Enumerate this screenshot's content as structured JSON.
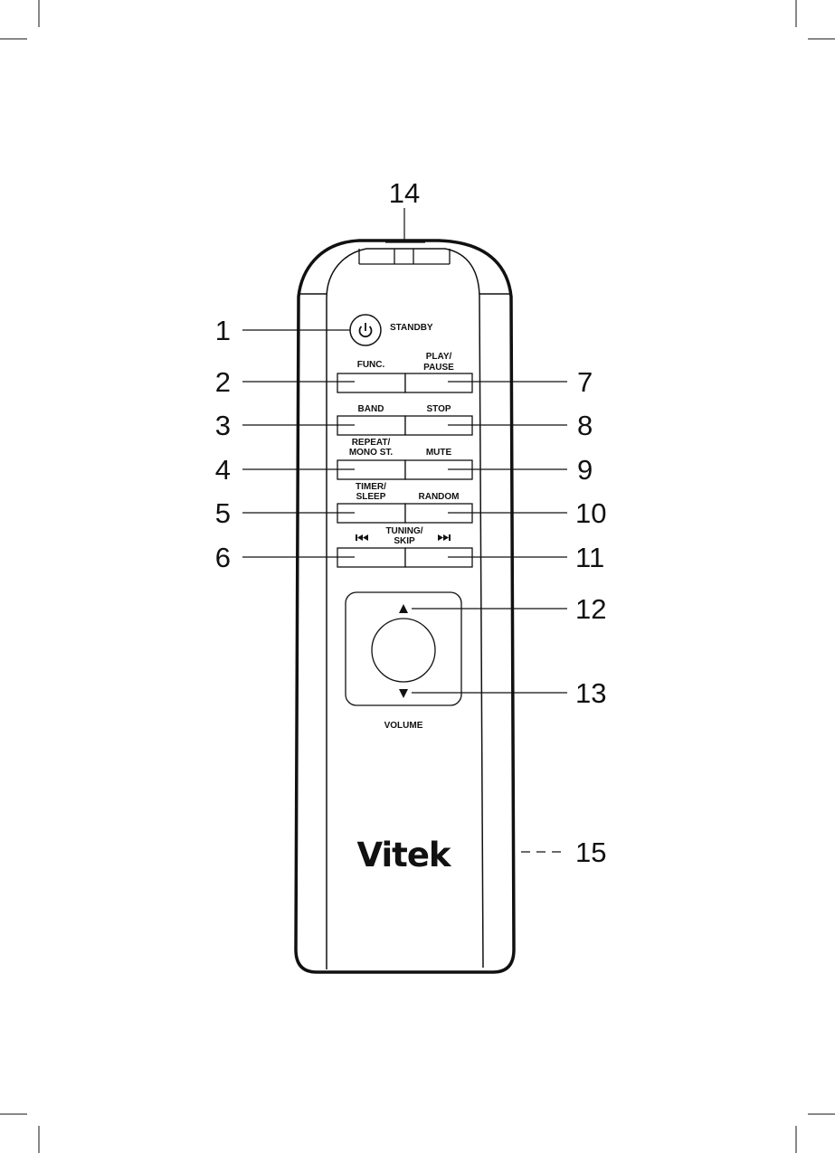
{
  "callouts": {
    "n1": "1",
    "n2": "2",
    "n3": "3",
    "n4": "4",
    "n5": "5",
    "n6": "6",
    "n7": "7",
    "n8": "8",
    "n9": "9",
    "n10": "10",
    "n11": "11",
    "n12": "12",
    "n13": "13",
    "n14": "14",
    "n15": "15"
  },
  "labels": {
    "standby": "STANDBY",
    "func": "FUNC.",
    "play_line1": "PLAY/",
    "play_line2": "PAUSE",
    "band": "BAND",
    "stop": "STOP",
    "repeat_line1": "REPEAT/",
    "repeat_line2": "MONO ST.",
    "mute": "MUTE",
    "timer_line1": "TIMER/",
    "timer_line2": "SLEEP",
    "random": "RANDOM",
    "tuning_line1": "TUNING/",
    "tuning_line2": "SKIP",
    "volume": "VOLUME"
  },
  "brand": "Vitek",
  "icons": {
    "standby": "power-icon",
    "prev": "skip-back-icon",
    "next": "skip-forward-icon",
    "vol_up": "triangle-up-icon",
    "vol_down": "triangle-down-icon"
  }
}
